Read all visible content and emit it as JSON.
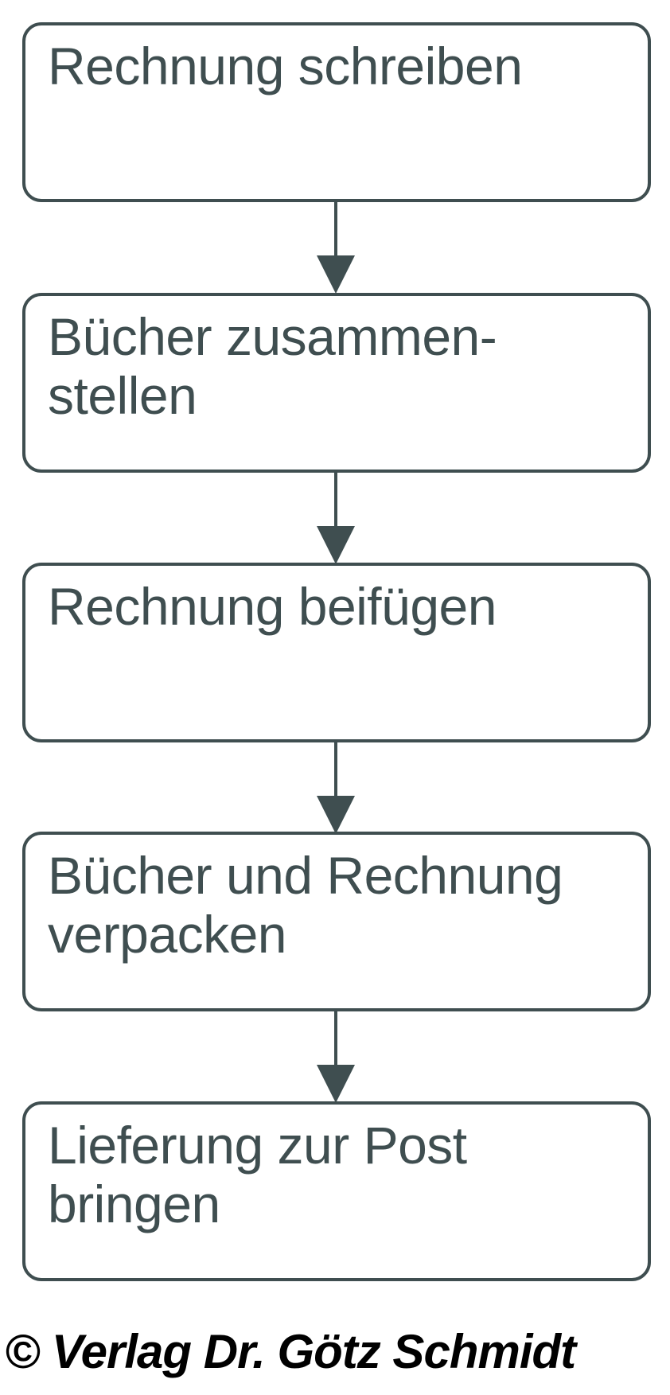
{
  "diagram": {
    "type": "flowchart",
    "orientation": "vertical",
    "title": "",
    "colors": {
      "node_border": "#3f4e50",
      "node_fill": "#ffffff",
      "node_text": "#3f4e50",
      "connector": "#3f4e50",
      "footer_text": "#000000",
      "background": "#ffffff"
    },
    "nodes": [
      {
        "id": "node-0",
        "label": "Rechnung schreiben",
        "shape": "rounded-rectangle"
      },
      {
        "id": "node-1",
        "label": "Bücher zusammen-\nstellen",
        "shape": "rounded-rectangle"
      },
      {
        "id": "node-2",
        "label": "Rechnung beifügen",
        "shape": "rounded-rectangle"
      },
      {
        "id": "node-3",
        "label": "Bücher und Rechnung\nverpacken",
        "shape": "rounded-rectangle"
      },
      {
        "id": "node-4",
        "label": "Lieferung zur Post\nbringen",
        "shape": "rounded-rectangle"
      }
    ],
    "connectors": [
      {
        "id": "connector-0",
        "from": "node-0",
        "to": "node-1",
        "arrow": "down-arrow",
        "label": ""
      },
      {
        "id": "connector-1",
        "from": "node-1",
        "to": "node-2",
        "arrow": "down-arrow",
        "label": ""
      },
      {
        "id": "connector-2",
        "from": "node-2",
        "to": "node-3",
        "arrow": "down-arrow",
        "label": ""
      },
      {
        "id": "connector-3",
        "from": "node-3",
        "to": "node-4",
        "arrow": "down-arrow",
        "label": ""
      }
    ]
  },
  "footer": {
    "copyright": "© Verlag Dr. Götz Schmidt"
  }
}
